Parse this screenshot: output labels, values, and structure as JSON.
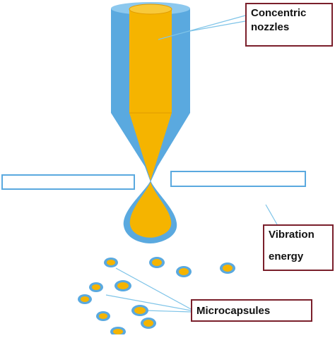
{
  "labels": {
    "nozzles_line1": "Concentric",
    "nozzles_line2": "nozzles",
    "vibration_line1": "Vibration",
    "vibration_line2": "energy",
    "microcapsules": "Microcapsules"
  },
  "colors": {
    "shell": "#5aa9df",
    "core": "#f5b400",
    "core_edge": "#e09a00",
    "label_border": "#7a1f2b",
    "leader_line": "#7fc4e8",
    "plate_border": "#5aa9df"
  }
}
